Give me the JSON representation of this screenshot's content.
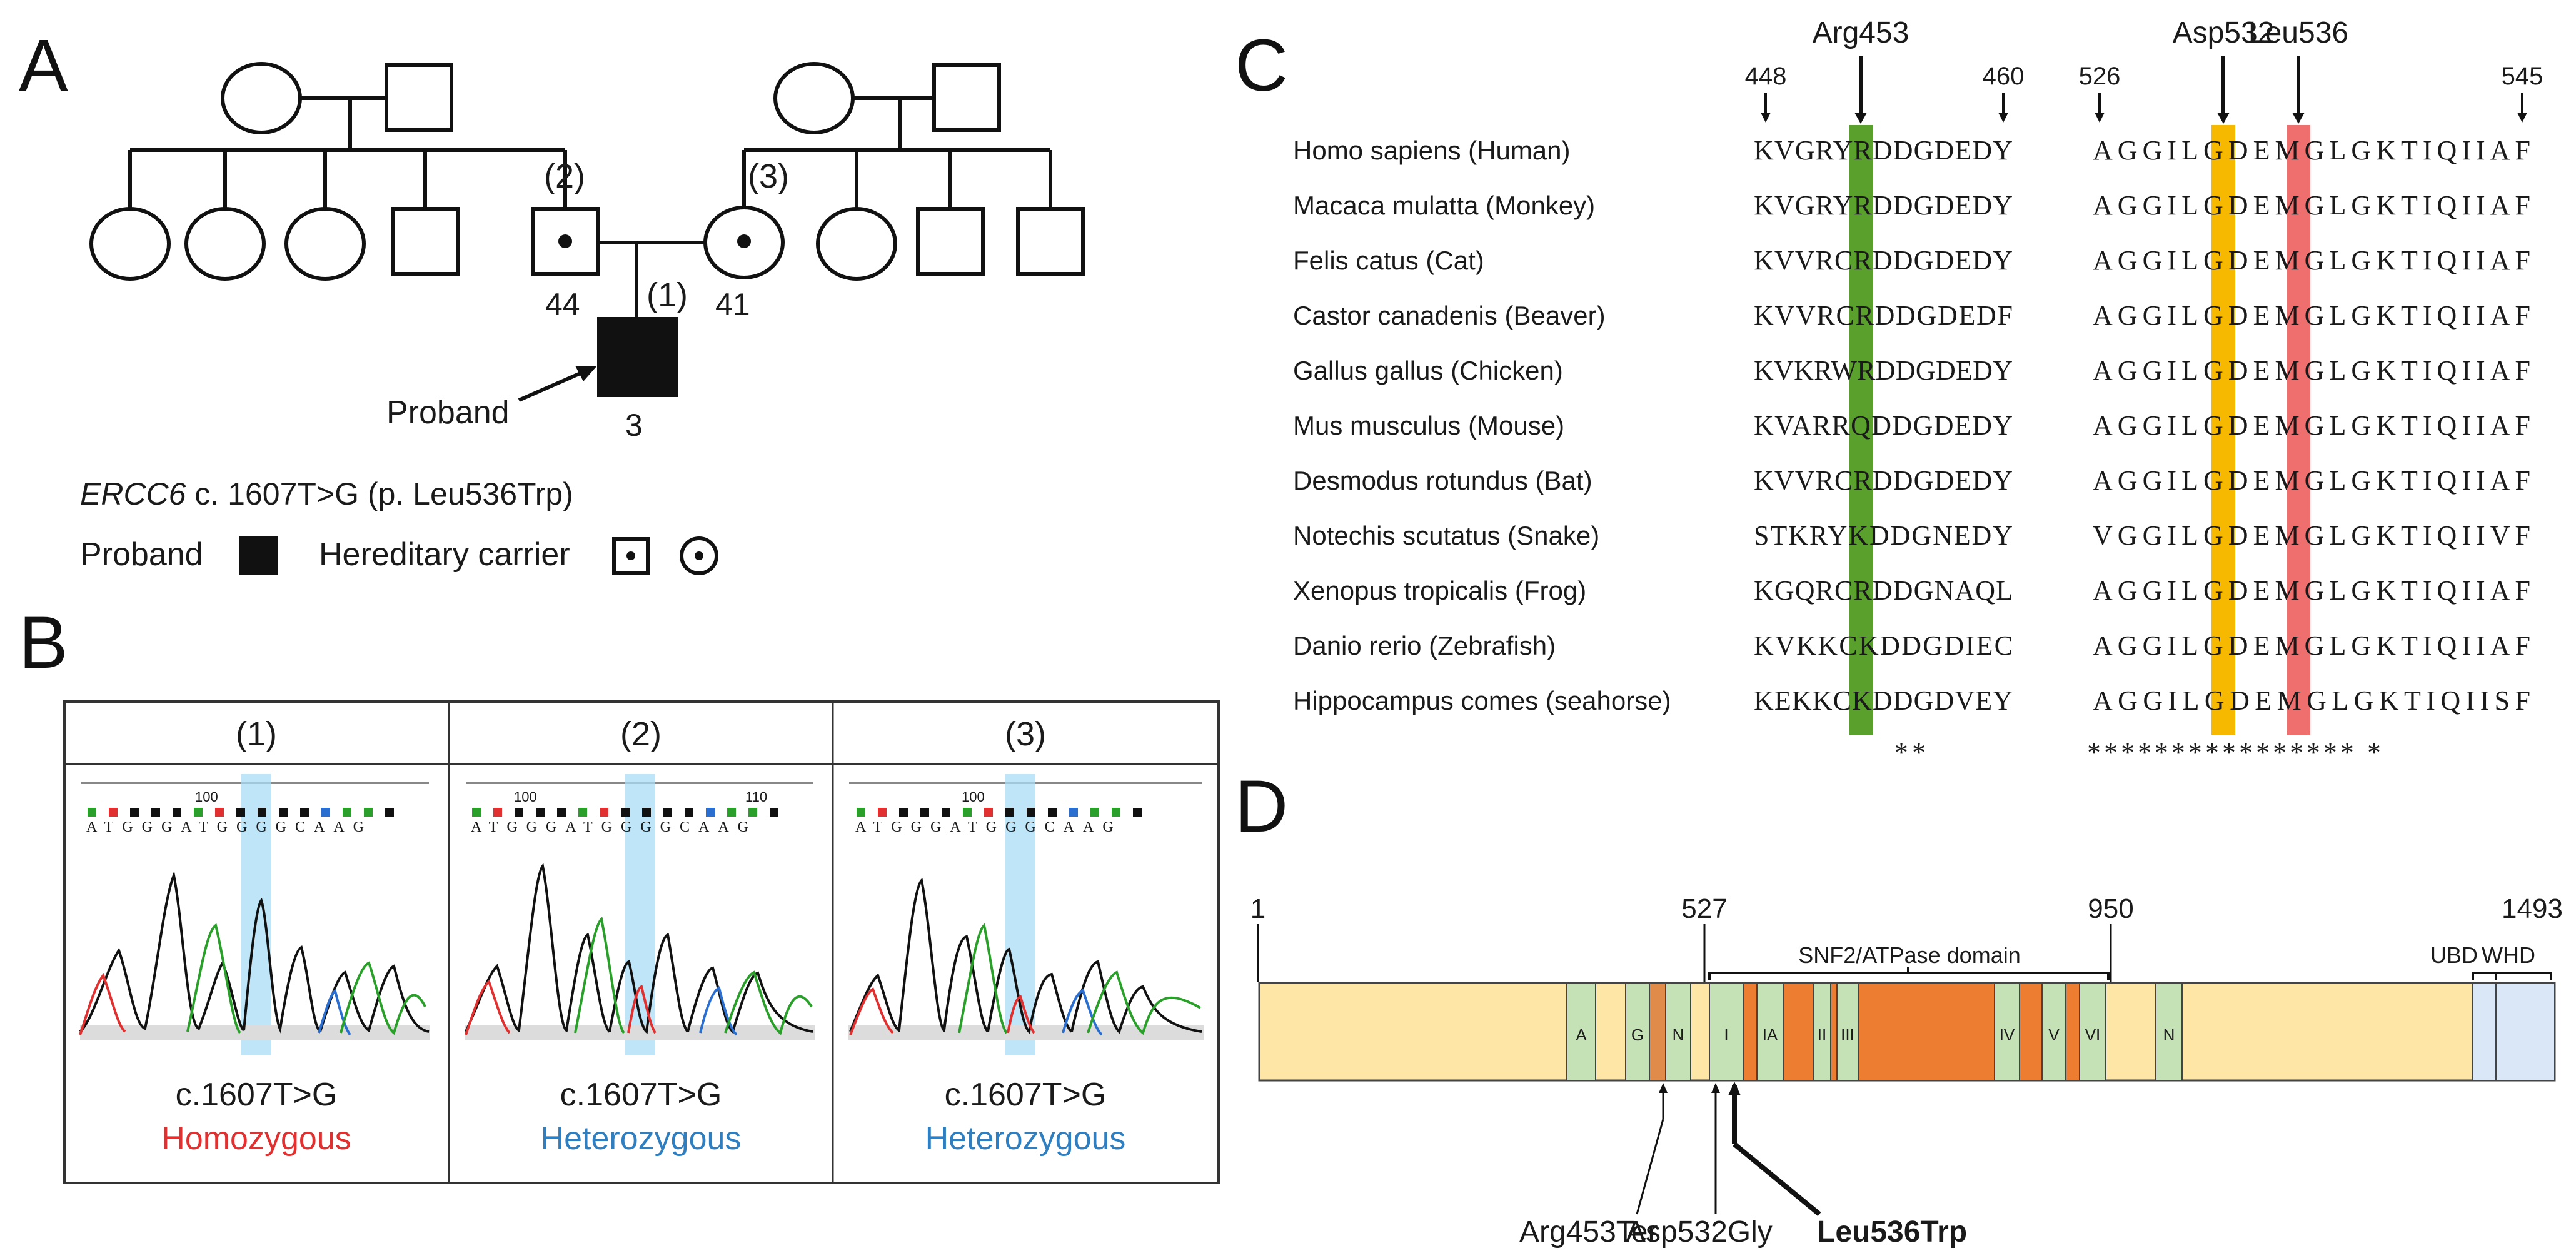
{
  "panels": {
    "A": {
      "letter": "A",
      "label_2": "(2)",
      "label_3": "(3)",
      "label_1": "(1)",
      "age_2": "44",
      "age_3": "41",
      "age_proband": "3",
      "proband_label": "Proband",
      "gene": "ERCC6",
      "variant": " c. 1607T>G (p. Leu536Trp)",
      "legend_proband": "Proband",
      "legend_carrier": "Hereditary carrier"
    },
    "B": {
      "letter": "B",
      "columns": [
        {
          "header": "(1)",
          "tick": "100",
          "tick2": "",
          "bases": "ATGGGATGGGGCAAG",
          "variant": "c.1607T>G",
          "zygosity": "Homozygous",
          "zygosity_color": "#e03030"
        },
        {
          "header": "(2)",
          "tick": "100",
          "tick2": "110",
          "bases": "ATGGGATGGGGCAAG",
          "variant": "c.1607T>G",
          "zygosity": "Heterozygous",
          "zygosity_color": "#2f7fc0"
        },
        {
          "header": "(3)",
          "tick": "100",
          "tick2": "",
          "bases": "ATGGGATGGGCAAG",
          "variant": "c.1607T>G",
          "zygosity": "Heterozygous",
          "zygosity_color": "#2f7fc0"
        }
      ]
    },
    "C": {
      "letter": "C",
      "markers": {
        "m448": "448",
        "m460": "460",
        "m526": "526",
        "m545": "545",
        "arg453": "Arg453",
        "asp532": "Asp532",
        "leu536": "Leu536"
      },
      "highlight_colors": {
        "arg453": "#5aa02c",
        "asp532": "#f7b900",
        "leu536": "#ef6f6f"
      },
      "species": [
        {
          "name": "Homo sapiens (Human)",
          "seq1": "KVGRYRDDGDEDY",
          "seq2": "AGGILGDEMGLGKTIQIIAF"
        },
        {
          "name": "Macaca mulatta (Monkey)",
          "seq1": "KVGRYRDDGDEDY",
          "seq2": "AGGILGDEMGLGKTIQIIAF"
        },
        {
          "name": "Felis catus (Cat)",
          "seq1": "KVVRCRDDGDEDY",
          "seq2": "AGGILGDEMGLGKTIQIIAF"
        },
        {
          "name": "Castor canadenis (Beaver)",
          "seq1": "KVVRCRDDGDEDF",
          "seq2": "AGGILGDEMGLGKTIQIIAF"
        },
        {
          "name": "Gallus gallus (Chicken)",
          "seq1": "KVKRWRDDGDEDY",
          "seq2": "AGGILGDEMGLGKTIQIIAF"
        },
        {
          "name": "Mus musculus (Mouse)",
          "seq1": "KVARRQDDGDEDY",
          "seq2": "AGGILGDEMGLGKTIQIIAF"
        },
        {
          "name": "Desmodus rotundus (Bat)",
          "seq1": "KVVRCRDDGDEDY",
          "seq2": "AGGILGDEMGLGKTIQIIAF"
        },
        {
          "name": "Notechis scutatus (Snake)",
          "seq1": "STKRYKDDGNEDY",
          "seq2": "VGGILGDEMGLGKTIQIIVF"
        },
        {
          "name": "Xenopus tropicalis (Frog)",
          "seq1": "KGQRCRDDGNAQL",
          "seq2": "AGGILGDEMGLGKTIQIIAF"
        },
        {
          "name": "Danio rerio (Zebrafish)",
          "seq1": "KVKKCKDDGDIEC",
          "seq2": "AGGILGDEMGLGKTIQIIAF"
        },
        {
          "name": "Hippocampus comes (seahorse)",
          "seq1": "KEKKCKDDGDVEY",
          "seq2": "AGGILGDEMGLGKTIQIISF"
        }
      ],
      "conservation1": "**",
      "conservation2": "**************** *"
    },
    "D": {
      "letter": "D",
      "pos_start": "1",
      "pos_527": "527",
      "pos_950": "950",
      "pos_end": "1493",
      "domain_label": "SNF2/ATPase domain",
      "ubd": "UBD",
      "whd": "WHD",
      "motifs": {
        "A": "A",
        "G": "G",
        "N1": "N",
        "I": "I",
        "IA": "IA",
        "II": "II",
        "III": "III",
        "IV": "IV",
        "V": "V",
        "VI": "VI",
        "N2": "N"
      },
      "mutations": {
        "m1": "Arg453Ter",
        "m2": "Asp532Gly",
        "m3": "Leu536Trp"
      },
      "colors": {
        "bar": "#fde6a6",
        "motif": "#c5e2b6",
        "atpase": "#ed7d31",
        "term": "#dae7f6"
      }
    }
  }
}
